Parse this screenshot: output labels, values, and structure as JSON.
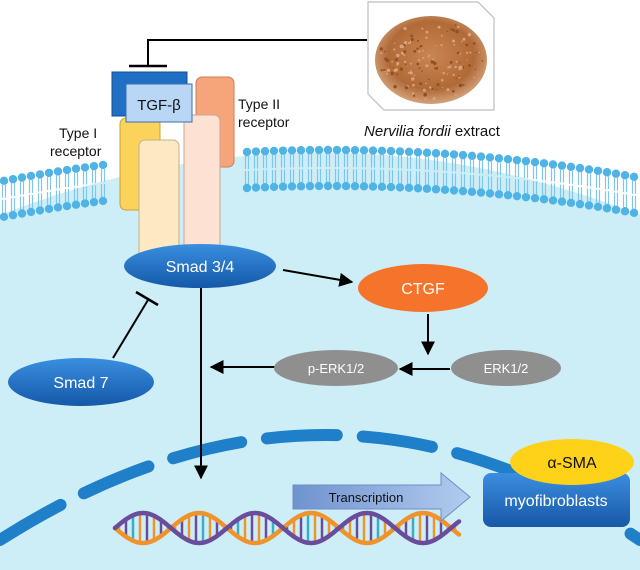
{
  "ligand": {
    "label": "TGF-β"
  },
  "receptors": {
    "type1": {
      "line1": "Type I",
      "line2": "receptor"
    },
    "type2": {
      "line1": "Type II",
      "line2": "receptor"
    }
  },
  "extract": {
    "italic": "Nervilia fordii",
    "rest": " extract",
    "icon": "herbal-powder-image"
  },
  "nodes": {
    "smad34": "Smad 3/4",
    "smad7": "Smad 7",
    "ctgf": "CTGF",
    "perk": "p-ERK1/2",
    "erk": "ERK1/2",
    "asma": "α-SMA",
    "myofibroblasts": "myofibroblasts"
  },
  "transcription": {
    "label": "Transcription"
  },
  "colors": {
    "cytoplasm": "#cdeef7",
    "membrane_head": "#4fb3e6",
    "smad": "#1d6fc4",
    "ctgf": "#f5732a",
    "erk": "#8f8f8f",
    "asma": "#ffd21a",
    "myofibroblast": "#1e6bc0",
    "nucleus_envelope": "#1f7fc9",
    "arrow_shape": "#9bb8e0",
    "dna_orange": "#f0932b",
    "dna_purple": "#6a4c9c",
    "dna_teal": "#3aaec4"
  }
}
